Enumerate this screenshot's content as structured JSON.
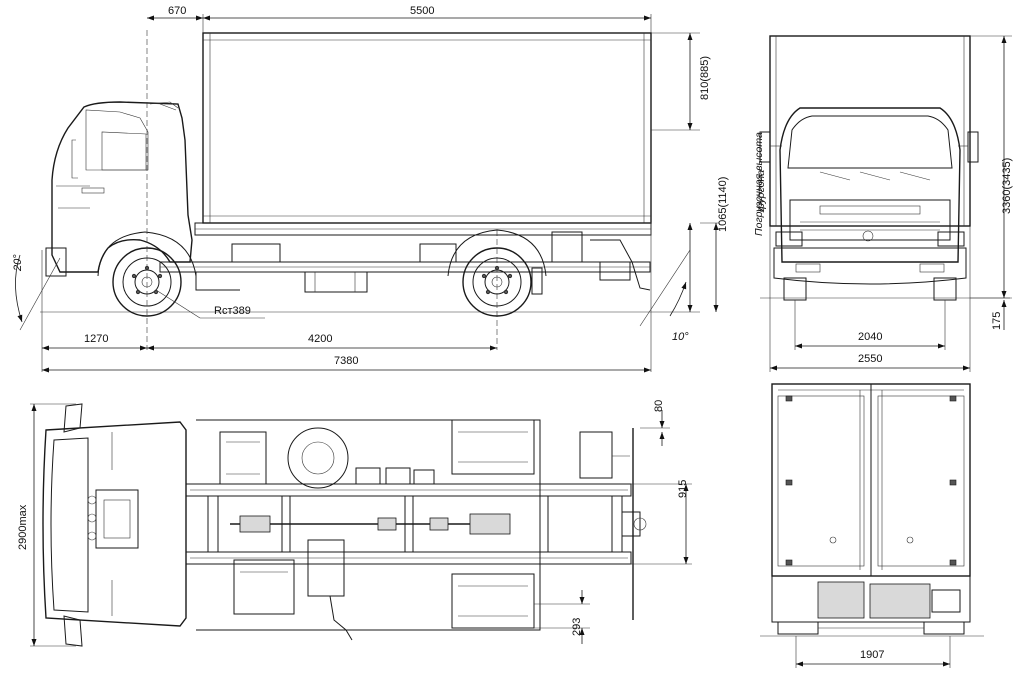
{
  "dimensions": {
    "d670": "670",
    "d5500": "5500",
    "d810": "810(885)",
    "d1065": "1065(1140)",
    "loading_height_1": "Погрузочная высота",
    "loading_height_2": "фургона",
    "d3360": "3360(3435)",
    "d20deg": "20°",
    "rst": "Rст389",
    "d1270": "1270",
    "d4200": "4200",
    "d10deg": "10°",
    "d7380": "7380",
    "d2040": "2040",
    "d175": "175",
    "d2550": "2550",
    "d2900": "2900max",
    "d80": "80",
    "d915": "915",
    "d293": "293",
    "d1907": "1907"
  }
}
